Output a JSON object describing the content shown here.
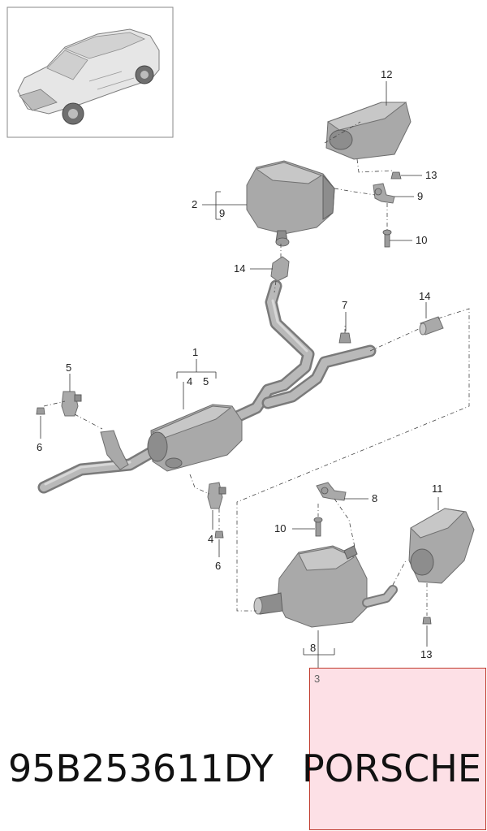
{
  "thumbnail_alt": "vehicle-overview",
  "callouts": {
    "c12": "12",
    "c13a": "13",
    "c2": "2",
    "c9a": "9",
    "c9b": "9",
    "c10a": "10",
    "c14a": "14",
    "c7": "7",
    "c14b": "14",
    "c1": "1",
    "c4a": "4",
    "c5a": "5",
    "c5b": "5",
    "c6a": "6",
    "c8a": "8",
    "c11": "11",
    "c10b": "10",
    "c4b": "4",
    "c6b": "6",
    "c13b": "13",
    "c8b": "8",
    "c3": "3"
  },
  "footer": {
    "part_number": "95B253611DY",
    "brand": "PORSCHE"
  },
  "colors": {
    "highlight_fill": "#fde0e6",
    "highlight_border": "#c0392b",
    "part_gray": "#a9a9a9"
  }
}
